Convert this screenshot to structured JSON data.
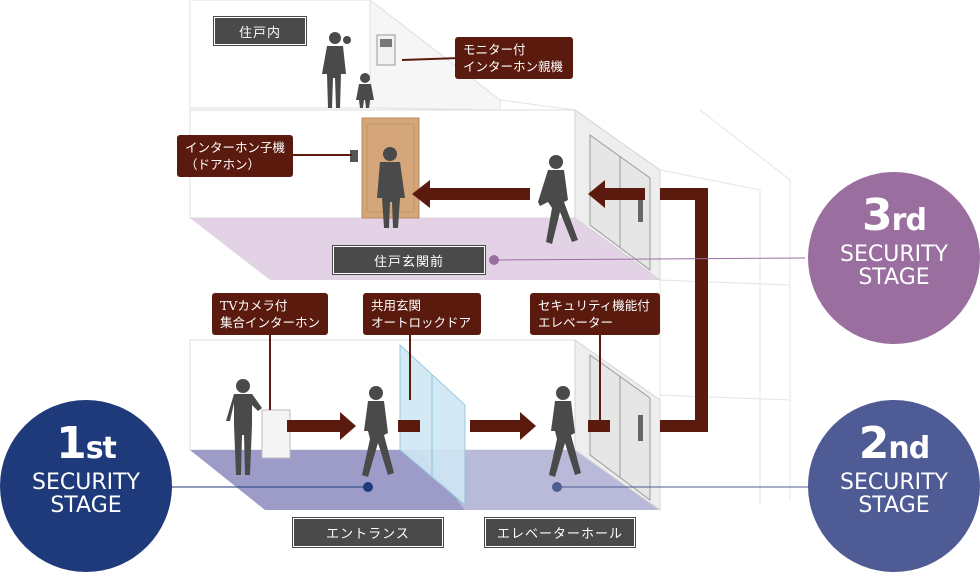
{
  "tags": {
    "unit_inside": "住戸内",
    "unit_entrance": "住戸玄関前",
    "entrance": "エントランス",
    "elevator_hall": "エレベーターホール"
  },
  "callouts": {
    "monitor": [
      "モニター付",
      "インターホン親機"
    ],
    "door_intercom": [
      "インターホン子機",
      "（ドアホン）"
    ],
    "tv_camera": [
      "TVカメラ付",
      "集合インターホン"
    ],
    "autolock": [
      "共用玄関",
      "オートロックドア"
    ],
    "elevator": [
      "セキュリティ機能付",
      "エレベーター"
    ]
  },
  "badges": {
    "first": {
      "num": "1",
      "suffix": "st",
      "line1": "SECURITY",
      "line2": "STAGE",
      "color": "#1f3a7a"
    },
    "second": {
      "num": "2",
      "suffix": "nd",
      "line1": "SECURITY",
      "line2": "STAGE",
      "color": "#4f5b94"
    },
    "third": {
      "num": "3",
      "suffix": "rd",
      "line1": "SECURITY",
      "line2": "STAGE",
      "color": "#9a6fa0"
    }
  },
  "colors": {
    "arrow": "#5a1a0e",
    "floor_entrance": "#9d9cc8",
    "floor_elevator": "#b9b9da",
    "floor_upper": "#e3d1e6",
    "door": "#d4a679",
    "glass": "#cfe7f3",
    "figure": "#4a4a4a"
  }
}
